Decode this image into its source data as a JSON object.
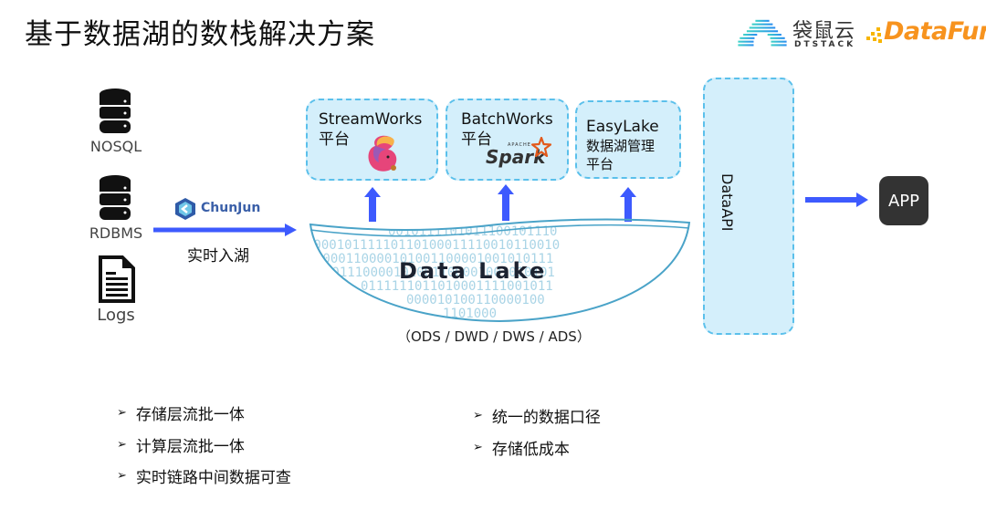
{
  "title": "基于数据湖的数栈解决方案",
  "logos": {
    "dtstack_cn": "袋鼠云",
    "dtstack_en": "DTSTACK",
    "datafun": "DataFun",
    "datafun_dot": "."
  },
  "sources": [
    {
      "label": "NOSQL",
      "icon": "database-icon"
    },
    {
      "label": "RDBMS",
      "icon": "database-icon"
    },
    {
      "label": "Logs",
      "icon": "document-icon"
    }
  ],
  "ingest": {
    "tool": "ChunJun",
    "label": "实时入湖"
  },
  "platforms": [
    {
      "title": "StreamWorks",
      "subtitle": "平台",
      "logo": "flink-squirrel-icon"
    },
    {
      "title": "BatchWorks",
      "subtitle": "平台",
      "logo": "apache-spark-icon",
      "logo_text": "Spark",
      "logo_small": "APACHE"
    },
    {
      "title": "EasyLake",
      "subtitle_lines": [
        "数据湖管理",
        "平台"
      ]
    }
  ],
  "lake": {
    "title": "Data Lake",
    "binary_rows": [
      "0010111101011100101110",
      "000010111110110100011110010110010",
      "1000110000101001100001001010111",
      "101110000101001100001001010101",
      "0111111011010001111001011",
      "000010100110000100",
      "1101000"
    ],
    "caption": "（ODS / DWD / DWS / ADS）"
  },
  "dataapi": {
    "label": "DataAPI"
  },
  "app": {
    "label": "APP"
  },
  "bullets_left": [
    "存储层流批一体",
    "计算层流批一体",
    "实时链路中间数据可查"
  ],
  "bullets_right": [
    "统一的数据口径",
    "存储低成本"
  ],
  "colors": {
    "arrow": "#3d5afe",
    "box_fill": "#d4effb",
    "box_border": "#5bc0eb",
    "lake_stroke": "#4aa3c8",
    "app_fill": "#333333",
    "datafun_orange": "#f7931e"
  }
}
